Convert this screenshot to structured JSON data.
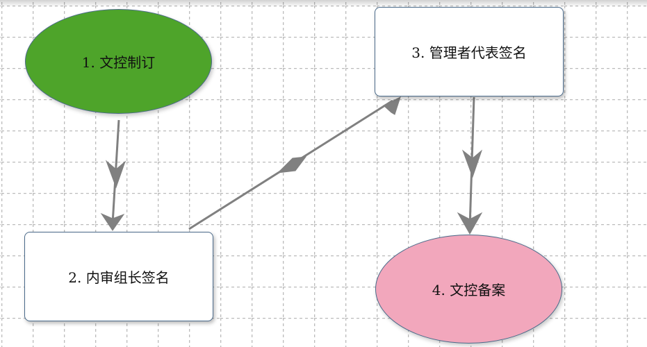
{
  "diagram": {
    "nodes": [
      {
        "id": "n1",
        "label": "1. 文控制订",
        "shape": "ellipse",
        "fill": "#4ea42a"
      },
      {
        "id": "n2",
        "label": "2. 内审组长签名",
        "shape": "rect",
        "fill": "#ffffff"
      },
      {
        "id": "n3",
        "label": "3. 管理者代表签名",
        "shape": "rect",
        "fill": "#ffffff"
      },
      {
        "id": "n4",
        "label": "4. 文控备案",
        "shape": "ellipse",
        "fill": "#f2a7bc"
      }
    ],
    "edges": [
      {
        "from": "n1",
        "to": "n2"
      },
      {
        "from": "n2",
        "to": "n3"
      },
      {
        "from": "n3",
        "to": "n4"
      }
    ]
  },
  "colors": {
    "grid": "#bbbbbb",
    "connector": "#808080",
    "border": "#4a6a8a"
  }
}
